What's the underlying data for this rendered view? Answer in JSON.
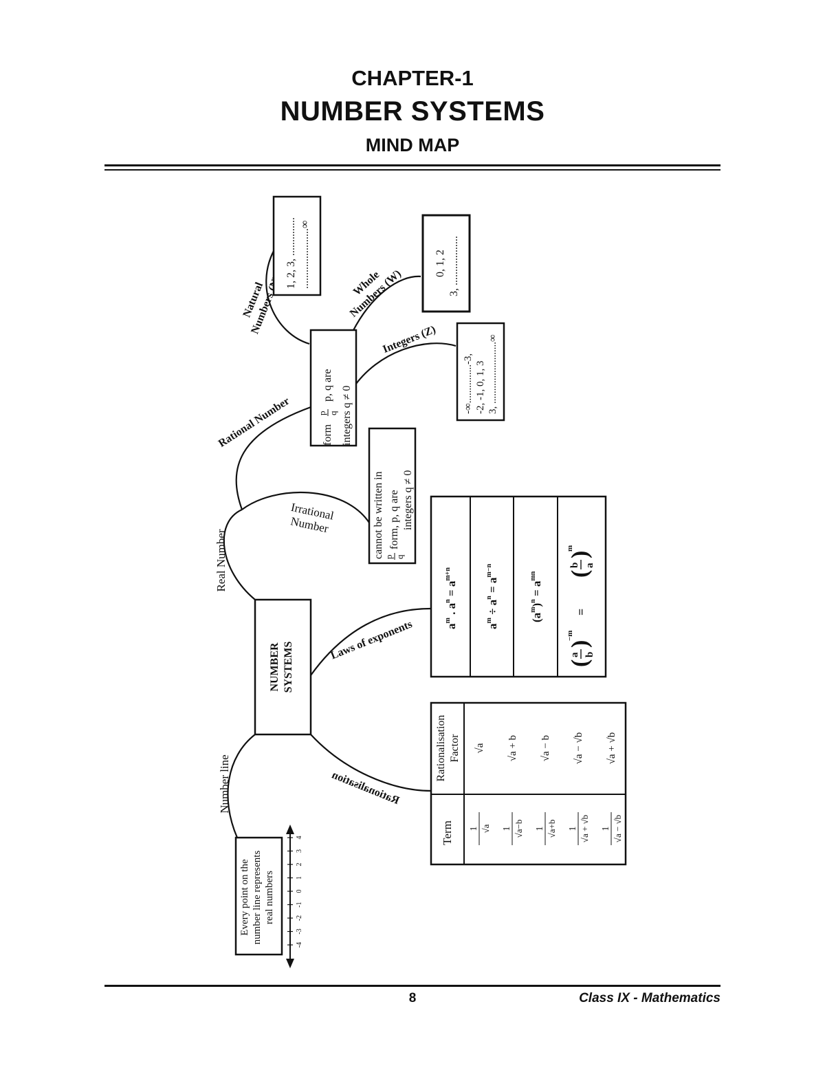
{
  "header": {
    "chapter": "CHAPTER-1",
    "title": "NUMBER SYSTEMS",
    "subtitle": "MIND MAP"
  },
  "mindmap": {
    "center": [
      "NUMBER",
      "SYSTEMS"
    ],
    "branches": {
      "real_number": "Real Number",
      "rational_number": "Rational Number",
      "irrational_number": [
        "Irrational",
        "Number"
      ],
      "natural_numbers": [
        "Natural",
        "Numbers (N)"
      ],
      "whole_numbers": [
        "Whole",
        "Numbers (W)"
      ],
      "integers": "Integers (Z)",
      "laws_of_exponents": "Laws of exponents",
      "number_line": "Number line",
      "rationalisation": "Rationalisation"
    },
    "boxes": {
      "rational": {
        "line1_pre": "form",
        "p": "p",
        "q": "q",
        "line1_post": "p, q are",
        "line2": "integers q ≠ 0"
      },
      "natural": [
        "1, 2, 3, ..............",
        "......................∞"
      ],
      "whole": [
        "0, 1, 2",
        "3, .................."
      ],
      "integers": [
        "-∞...............-3,",
        "-2, -1, 0, 1, 3",
        "3, ........................∞"
      ],
      "irrational": {
        "line1": "cannot be written in",
        "p": "p",
        "q": "q",
        "line2_post": "form, p, q are",
        "line3": "integers  q ≠ 0"
      },
      "number_line": {
        "lines": [
          "Every point on the",
          "number line represents",
          "real numbers"
        ],
        "ticks": [
          "-4",
          "-3",
          "-2",
          "-1",
          "0",
          "1",
          "2",
          "3",
          "4"
        ]
      }
    },
    "exponent_laws": {
      "law1": {
        "left": "a",
        "m": "m",
        "dot": " . a",
        "n": "n",
        "eq": " = a",
        "exp": "m+n"
      },
      "law2": {
        "left": "a",
        "m": "m",
        "div": " ÷ a",
        "n": "n",
        "eq": " = a",
        "exp": "m−n"
      },
      "law3": {
        "left": "(a",
        "m": "m",
        "close": ")",
        "n": "n",
        "eq": " = a",
        "exp": "mn"
      },
      "law4": {
        "a": "a",
        "b": "b",
        "neg": "−m",
        "eq": "=",
        "b2": "b",
        "a2": "a",
        "pos": "m"
      }
    },
    "rationalisation_table": {
      "headers": {
        "term": "Term",
        "factor": [
          "Rationalisation",
          "Factor"
        ]
      },
      "rows": [
        {
          "num": "1",
          "den": "√a",
          "factor": "√a"
        },
        {
          "num": "1",
          "den": "√a−b",
          "factor": "√a + b"
        },
        {
          "num": "1",
          "den": "√a+b",
          "factor": "√a − b"
        },
        {
          "num": "1",
          "den": "√a + √b",
          "factor": "√a − √b"
        },
        {
          "num": "1",
          "den": "√a − √b",
          "factor": "√a + √b"
        }
      ]
    }
  },
  "footer": {
    "page": "8",
    "right": "Class IX - Mathematics"
  }
}
